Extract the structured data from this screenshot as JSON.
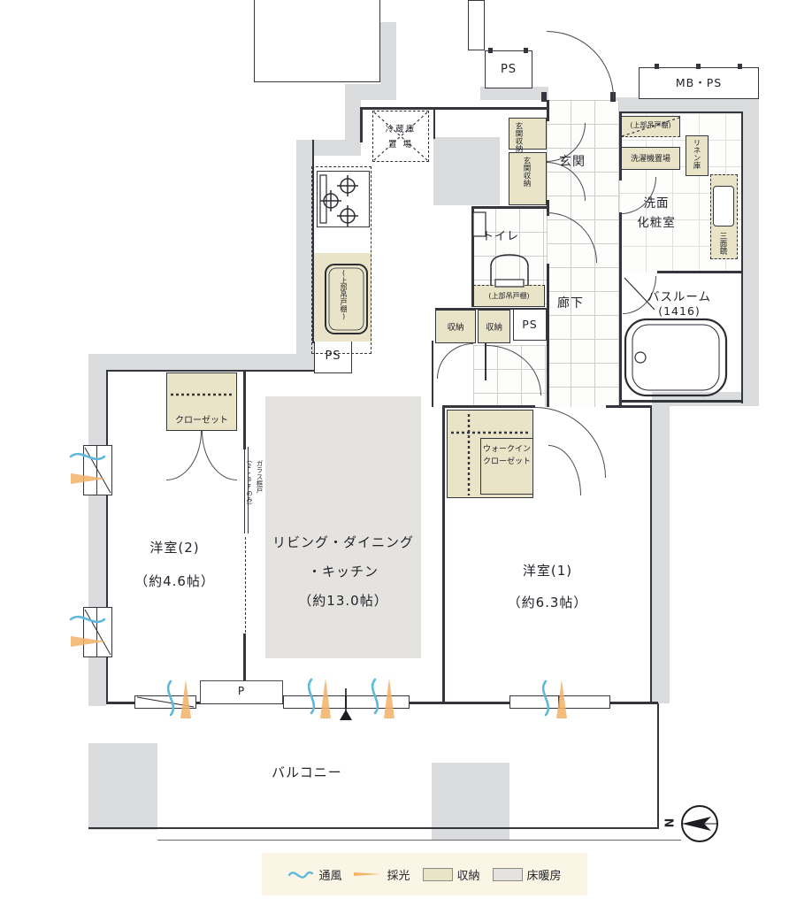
{
  "plan": {
    "rooms": {
      "ldk1": "リビング・ダイニング",
      "ldk2": "・キッチン",
      "ldk_size": "（約13.0帖）",
      "bed1": "洋室(1)",
      "bed1_size": "（約6.3帖）",
      "bed2": "洋室(2)",
      "bed2_size": "（約4.6帖）",
      "entrance": "玄関",
      "hall": "廊下",
      "toilet": "トイレ",
      "wash1": "洗面",
      "wash2": "化粧室",
      "bath": "バスルーム",
      "bath_size": "(1416)",
      "balcony": "バルコニー"
    },
    "fixtures": {
      "closet": "クローゼット",
      "wic1": "ウォークイン",
      "wic2": "クローゼット",
      "fridge1": "冷蔵庫",
      "fridge2": "置 場",
      "upper_shelf": "(上部吊戸棚)",
      "washer": "洗濯機置場",
      "linen": "リネン庫",
      "mirror": "三面鏡",
      "storage": "収納",
      "ent_storage": "玄関収納",
      "glass1": "ガラス框戸",
      "glass2": "（2・3Fのみ）",
      "ps": "PS",
      "mbps": "MB・PS",
      "p": "P"
    },
    "compass_n": "N",
    "legend": {
      "vent": "通風",
      "light": "採光",
      "storage": "収納",
      "floor_heating": "床暖房"
    },
    "colors": {
      "band_gray": "#d9dbdd",
      "storage_fill": "#e9e3c8",
      "floor_heat": "#e5e3df",
      "vent_blue": "#5fb9da",
      "light_orange": "#f2b267",
      "legend_bg": "#faf5e4"
    }
  }
}
